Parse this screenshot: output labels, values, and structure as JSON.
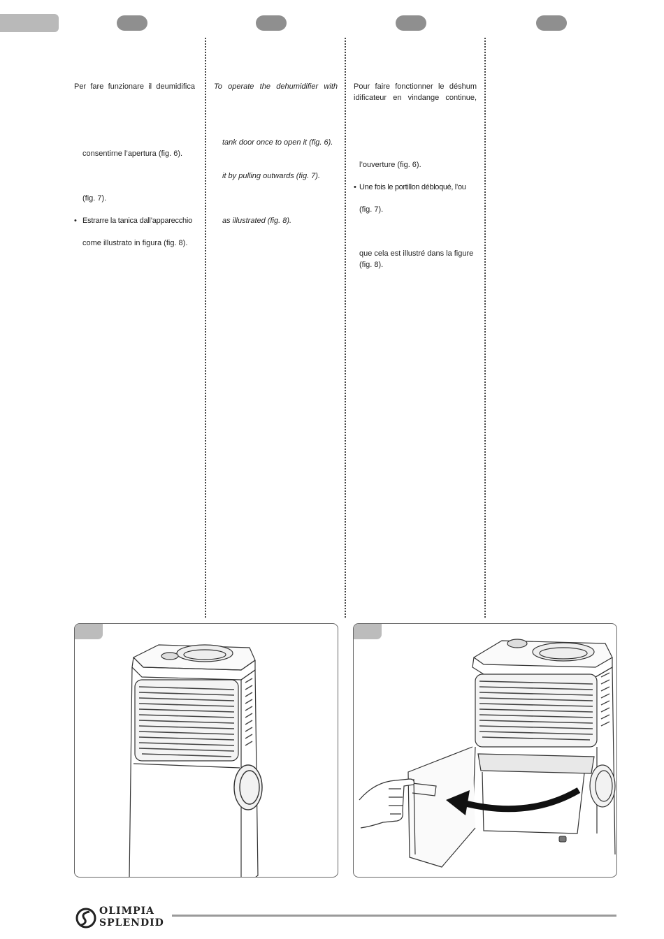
{
  "columns": {
    "it": {
      "lines": [
        "Per fare funzionare il deumidifica",
        "consentirne l’apertura (fig. 6).",
        "(fig. 7).",
        "•",
        "Estrarre la tanica dall’apparecchio",
        "come illustrato in figura (fig. 8)."
      ]
    },
    "en": {
      "lines": [
        "To operate the dehumidifier with",
        "tank door once to open it (fig. 6).",
        "it by pulling outwards (fig. 7).",
        "as illustrated (fig. 8)."
      ]
    },
    "fr": {
      "lines": [
        "Pour faire fonctionner le déshum",
        "idificateur en vindange continue,",
        "l’ouverture (fig. 6).",
        "•",
        "Une fois le portillon débloqué, l’ou",
        "(fig. 7).",
        "que cela est illustré dans la figure",
        "(fig. 8)."
      ]
    }
  },
  "footer": {
    "brand_line1": "OLIMPIA",
    "brand_line2": "SPLENDID"
  },
  "colors": {
    "tab_gray": "#b9b9b9",
    "pill_gray": "#8f8f8f",
    "rule_gray": "#9a9a9a"
  }
}
